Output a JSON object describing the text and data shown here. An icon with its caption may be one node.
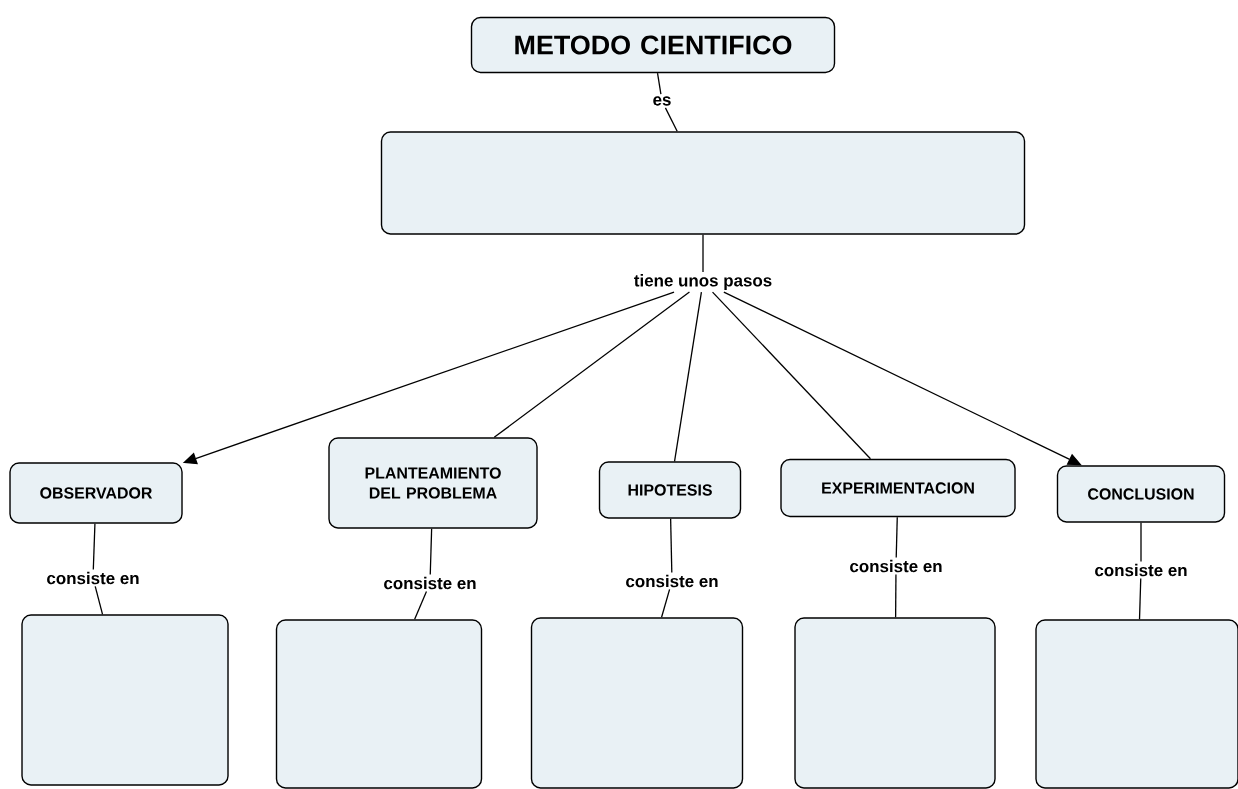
{
  "diagram": {
    "nodes": [
      {
        "text": [
          "METODO CIENTIFICO"
        ]
      },
      {
        "text": [
          "es"
        ]
      },
      {
        "text": [],
        "shape": "box"
      },
      {
        "text": [
          "tiene unos pasos"
        ]
      },
      {
        "text": [
          "OBSERVADOR"
        ]
      },
      {
        "text": [
          "PLANTEAMIENTO DEL PROBLEMA"
        ]
      },
      {
        "text": [
          "HIPOTESIS"
        ]
      },
      {
        "text": [
          "EXPERIMENTACION"
        ]
      },
      {
        "text": [
          "CONCLUSION"
        ]
      },
      {
        "text": [
          "consiste en"
        ]
      },
      {
        "text": [
          "consiste en"
        ]
      },
      {
        "text": [
          "consiste en"
        ]
      },
      {
        "text": [
          "consiste en"
        ]
      },
      {
        "text": [
          "consiste en"
        ]
      },
      {
        "text": [],
        "shape": "box"
      },
      {
        "text": [],
        "shape": "box"
      },
      {
        "text": [],
        "shape": "box"
      },
      {
        "text": [],
        "shape": "box"
      },
      {
        "text": [],
        "shape": "box"
      }
    ],
    "edges": [
      {
        "from": 0,
        "to": 1,
        "arrow": "none"
      },
      {
        "from": 1,
        "to": 2,
        "arrow": "none"
      },
      {
        "from": 2,
        "to": 3,
        "arrow": "none"
      },
      {
        "from": 3,
        "to": 4,
        "arrow": "to"
      },
      {
        "from": 3,
        "to": 5,
        "arrow": "none"
      },
      {
        "from": 3,
        "to": 6,
        "arrow": "none"
      },
      {
        "from": 3,
        "to": 7,
        "arrow": "none"
      },
      {
        "from": 3,
        "to": 8,
        "arrow": "to"
      },
      {
        "from": 4,
        "to": 9,
        "arrow": "none"
      },
      {
        "from": 9,
        "to": 14,
        "arrow": "none"
      },
      {
        "from": 5,
        "to": 10,
        "arrow": "none"
      },
      {
        "from": 10,
        "to": 15,
        "arrow": "none"
      },
      {
        "from": 6,
        "to": 11,
        "arrow": "none"
      },
      {
        "from": 11,
        "to": 16,
        "arrow": "none"
      },
      {
        "from": 7,
        "to": 12,
        "arrow": "none"
      },
      {
        "from": 12,
        "to": 17,
        "arrow": "none"
      },
      {
        "from": 8,
        "to": 13,
        "arrow": "none"
      },
      {
        "from": 13,
        "to": 18,
        "arrow": "none"
      }
    ]
  }
}
